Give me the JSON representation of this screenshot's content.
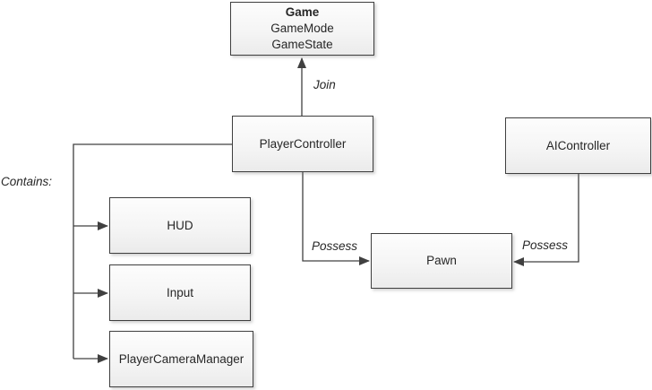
{
  "diagram": {
    "nodes": {
      "game": {
        "title": "Game",
        "subtitle1": "GameMode",
        "subtitle2": "GameState"
      },
      "player_controller": {
        "label": "PlayerController"
      },
      "ai_controller": {
        "label": "AIController"
      },
      "pawn": {
        "label": "Pawn"
      },
      "hud": {
        "label": "HUD"
      },
      "input": {
        "label": "Input"
      },
      "player_camera_manager": {
        "label": "PlayerCameraManager"
      }
    },
    "edge_labels": {
      "join": "Join",
      "possess_left": "Possess",
      "possess_right": "Possess",
      "contains": "Contains:"
    },
    "colors": {
      "line": "#404040",
      "box_border": "#3f3f3f",
      "box_fill_top": "#fdfdfd",
      "box_fill_bottom": "#ebebeb",
      "background": "#ffffff"
    }
  }
}
